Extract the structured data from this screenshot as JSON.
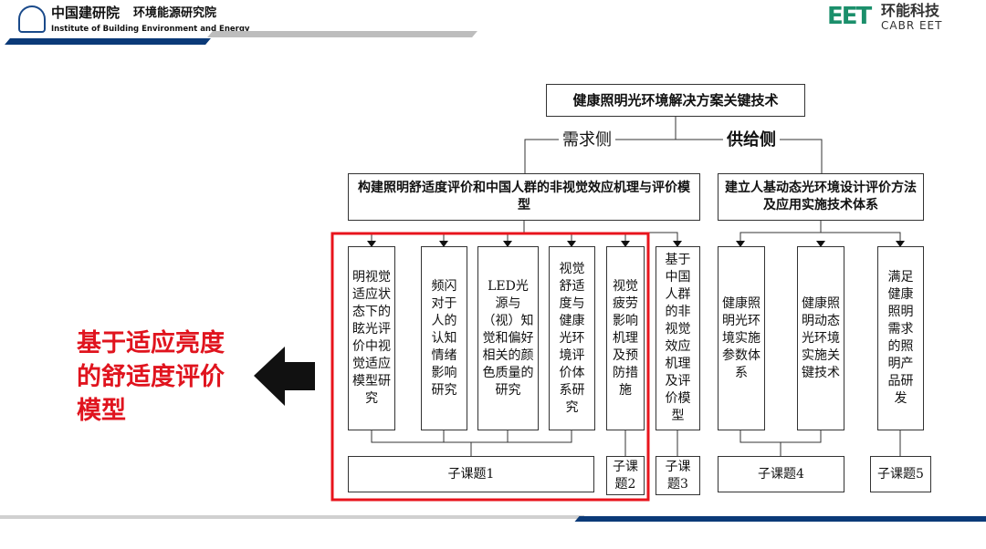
{
  "header": {
    "org_cn": "中国建研院",
    "dept_cn": "环境能源研究院",
    "org_en": "Institute of Building Environment and Energy",
    "logo_mark": "EET",
    "brand_cn": "环能科技",
    "brand_en": "CABR EET"
  },
  "diagram": {
    "root": "健康照明光环境解决方案关键技术",
    "demand_label": "需求侧",
    "supply_label": "供给侧",
    "left_branch": "构建照明舒适度评价和中国人群的非视觉效应机理与评价模型",
    "right_branch": "建立人基动态光环境设计评价方法及应用实施技术体系",
    "leaves": [
      "明视觉适应状态下的眩光评价中视觉适应模型研究",
      "频闪对于人的认知情绪影响研究",
      "LED光源与（视）知觉和偏好相关的颜色质量的研究",
      "视觉舒适度与健康光环境评价体系研究",
      "视觉疲劳影响机理及预防措施",
      "基于中国人群的非视觉效应机理及评价模型",
      "健康照明光环境实施参数体系",
      "健康照明动态光环境实施关键技术",
      "满足健康照明需求的照明产品研发"
    ],
    "subtopics": [
      "子课题1",
      "子课题2",
      "子课题3",
      "子课题4",
      "子课题5"
    ]
  },
  "callout": {
    "text": "基于适应亮度的舒适度评价模型",
    "color": "#e0141e"
  },
  "colors": {
    "highlight": "#e8141c",
    "stripe_blue": "#0b3a78",
    "stripe_grey": "#bdbdbd"
  }
}
